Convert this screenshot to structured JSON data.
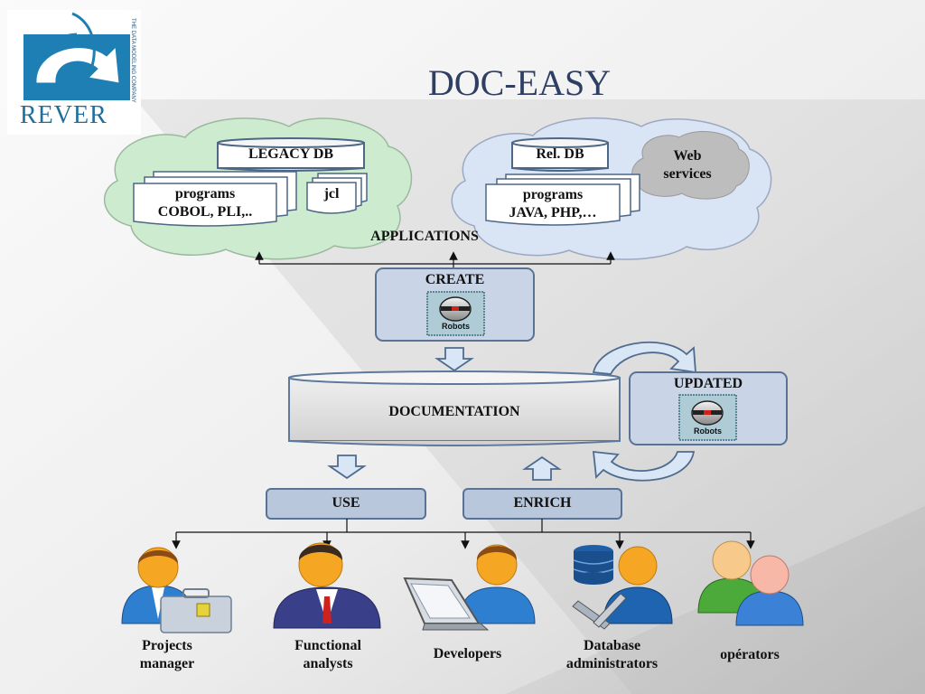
{
  "slide": {
    "title": "DOC-EASY"
  },
  "logo": {
    "brand": "REVER",
    "tagline": "THE DATA MODELING COMPANY"
  },
  "legacy": {
    "db": "LEGACY DB",
    "programs_line1": "programs",
    "programs_line2": "COBOL, PLI,..",
    "jcl": "jcl"
  },
  "modern": {
    "db": "Rel. DB",
    "programs_line1": "programs",
    "programs_line2": "JAVA, PHP,…",
    "web_line1": "Web",
    "web_line2": "services"
  },
  "applications": "APPLICATIONS",
  "create": {
    "label": "CREATE",
    "robot": "Robots"
  },
  "documentation": "DOCUMENTATION",
  "updated": {
    "label": "UPDATED",
    "robot": "Robots"
  },
  "use": "USE",
  "enrich": "ENRICH",
  "personas": [
    {
      "line1": "Projects",
      "line2": "manager",
      "icon": "project-manager-icon"
    },
    {
      "line1": "Functional",
      "line2": "analysts",
      "icon": "functional-analyst-icon"
    },
    {
      "line1": "Developers",
      "line2": "",
      "icon": "developer-icon"
    },
    {
      "line1": "Database",
      "line2": "administrators",
      "icon": "database-admin-icon"
    },
    {
      "line1": "opérators",
      "line2": "",
      "icon": "operators-icon"
    }
  ],
  "colors": {
    "title": "#2f3f63",
    "legacy_cloud": "#cdeccf",
    "modern_cloud": "#d9e4f4",
    "box_fill": "#c9d5e6",
    "box_stroke": "#5a7395",
    "doc_fill": "#dcdcdc",
    "arrow_fill": "#d9e6f5",
    "arrow_stroke": "#4f6b8e"
  }
}
